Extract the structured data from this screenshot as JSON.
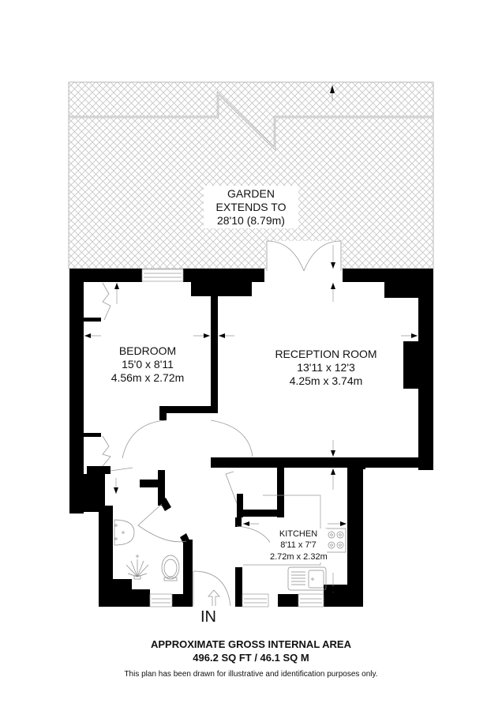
{
  "garden": {
    "line1": "GARDEN",
    "line2": "EXTENDS TO",
    "line3": "28'10 (8.79m)"
  },
  "rooms": {
    "bedroom": {
      "name": "BEDROOM",
      "imperial": "15'0 x 8'11",
      "metric": "4.56m x 2.72m"
    },
    "reception": {
      "name": "RECEPTION ROOM",
      "imperial": "13'11 x 12'3",
      "metric": "4.25m x 3.74m"
    },
    "kitchen": {
      "name": "KITCHEN",
      "imperial": "8'11 x 7'7",
      "metric": "2.72m x 2.32m"
    }
  },
  "entrance": {
    "label": "IN"
  },
  "footer": {
    "area_title": "APPROXIMATE GROSS INTERNAL AREA",
    "area_value": "496.2 SQ FT / 46.1 SQ M",
    "disclaimer": "This plan has been drawn for illustrative and identification purposes only."
  },
  "colors": {
    "wall": "#000000",
    "hatch": "#bdbdbd",
    "fixture_line": "#888888"
  }
}
